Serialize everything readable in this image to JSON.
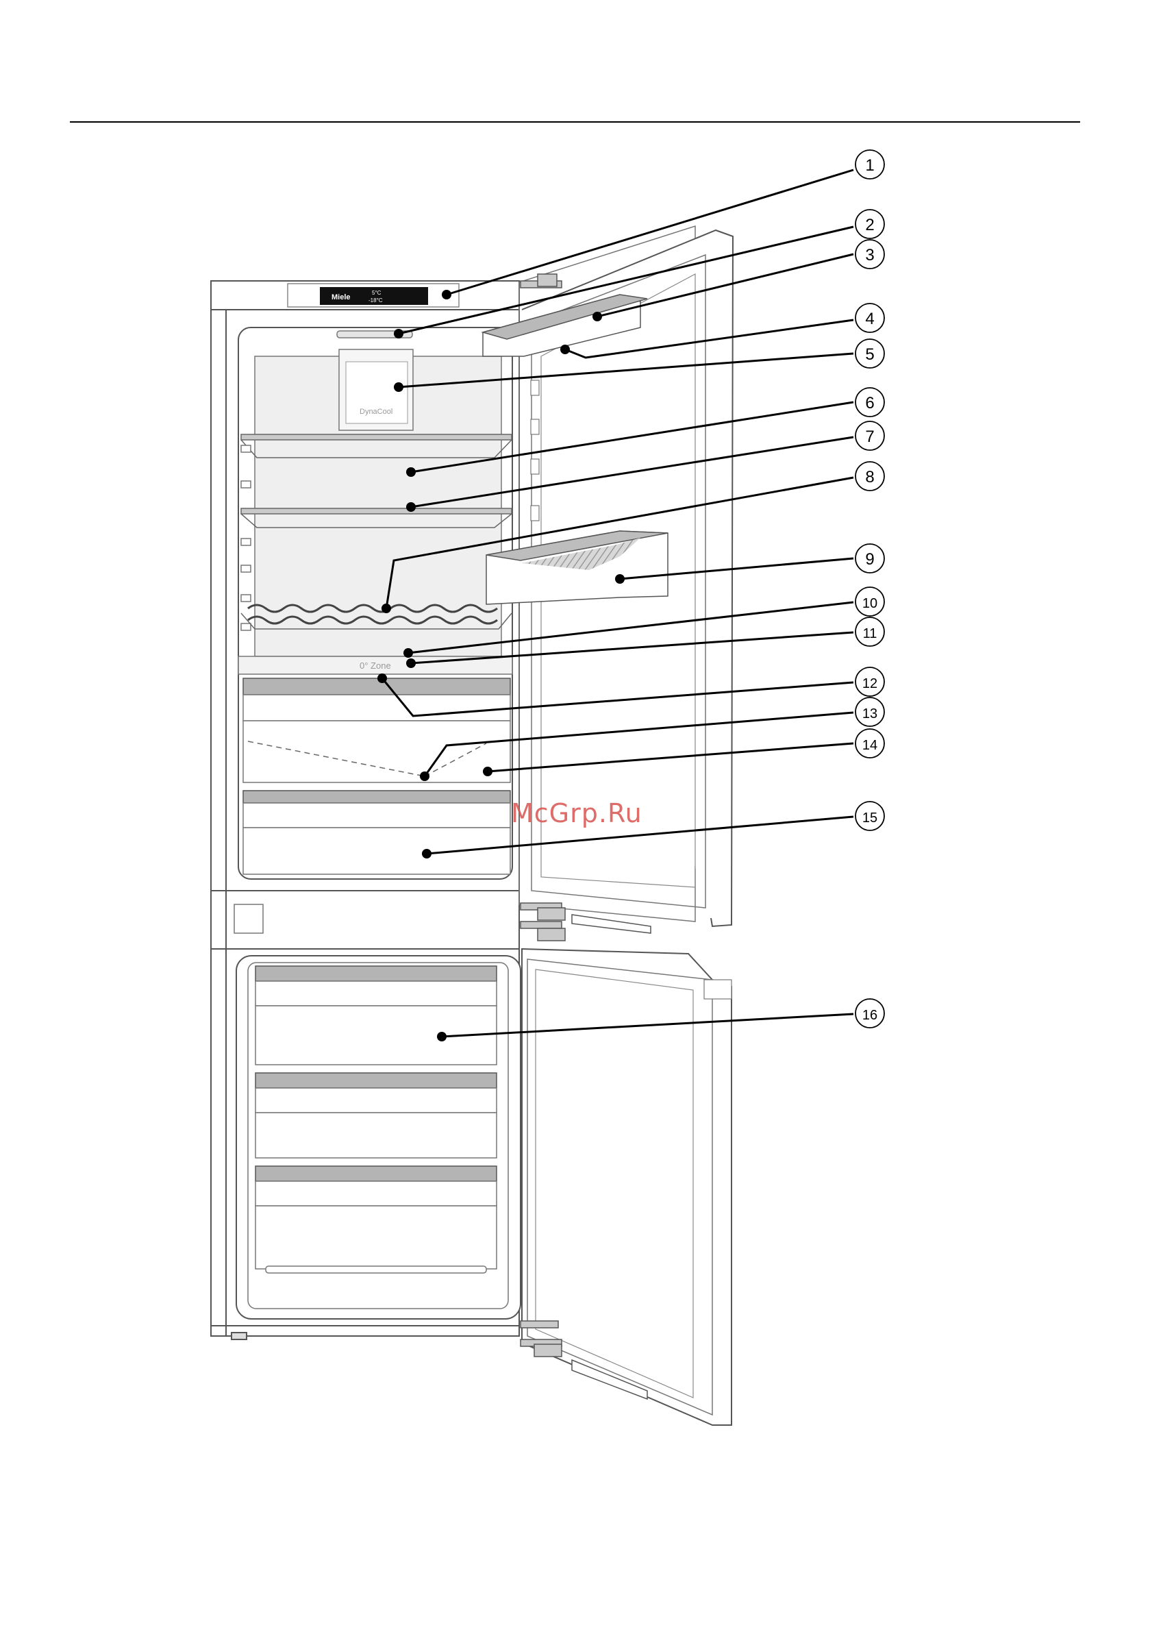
{
  "diagram": {
    "panel_brand": "Miele",
    "panel_fridge_temp": "5°C",
    "panel_freezer_temp": "-18°C",
    "dynacool_label": "DynaCool",
    "zone_label": "0° Zone",
    "callouts": [
      "1",
      "2",
      "3",
      "4",
      "5",
      "6",
      "7",
      "8",
      "9",
      "10",
      "11",
      "12",
      "13",
      "14",
      "15",
      "16"
    ]
  },
  "watermark": "McGrp.Ru"
}
